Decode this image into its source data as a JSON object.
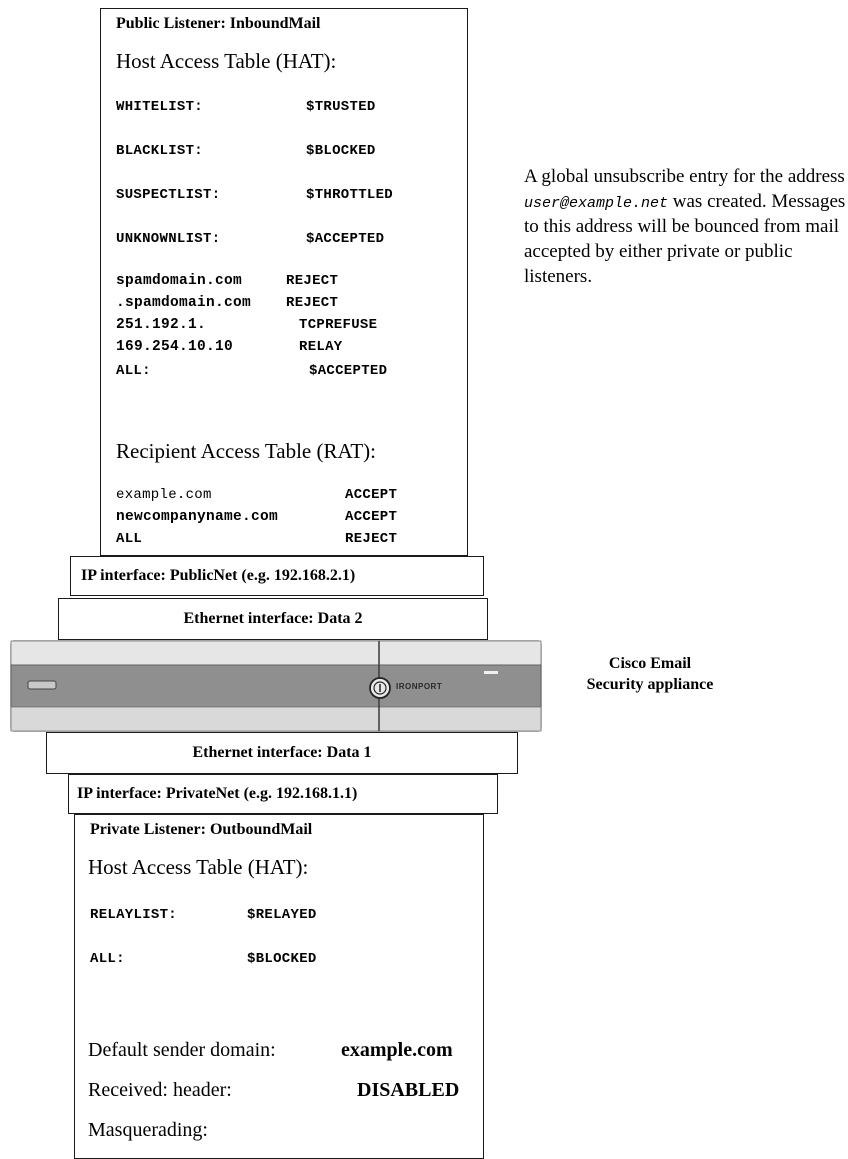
{
  "public_listener": {
    "title": "Public Listener: InboundMail",
    "hat_heading": "Host Access Table (HAT):",
    "hat_policies": [
      {
        "name": "WHITELIST:",
        "value": "$TRUSTED"
      },
      {
        "name": "BLACKLIST:",
        "value": "$BLOCKED"
      },
      {
        "name": "SUSPECTLIST:",
        "value": "$THROTTLED"
      },
      {
        "name": "UNKNOWNLIST:",
        "value": "$ACCEPTED"
      }
    ],
    "hat_entries": [
      {
        "host": "spamdomain.com",
        "action": "REJECT"
      },
      {
        "host": ".spamdomain.com",
        "action": "REJECT"
      },
      {
        "host": "251.192.1.",
        "action": "TCPREFUSE"
      },
      {
        "host": "169.254.10.10",
        "action": "RELAY"
      },
      {
        "host": "ALL:",
        "action": "$ACCEPTED"
      }
    ],
    "rat_heading": "Recipient Access Table (RAT):",
    "rat_entries": [
      {
        "domain": "example.com",
        "action": "ACCEPT"
      },
      {
        "domain": "newcompanyname.com",
        "action": "ACCEPT"
      },
      {
        "domain": "ALL",
        "action": "REJECT"
      }
    ]
  },
  "interfaces": {
    "ip_public": "IP interface: PublicNet (e.g. 192.168.2.1)",
    "eth_data2": "Ethernet interface: Data 2",
    "eth_data1": "Ethernet interface: Data 1",
    "ip_private": "IP interface: PrivateNet (e.g. 192.168.1.1)"
  },
  "appliance": {
    "brand": "IRONPORT",
    "label_line1": "Cisco Email",
    "label_line2": "Security appliance"
  },
  "note": {
    "text_before": "A global unsubscribe entry for the address ",
    "address": "user@example.net",
    "text_after": " was created. Messages to this address will be bounced from mail accepted by either private or public listeners."
  },
  "private_listener": {
    "title": "Private Listener: OutboundMail",
    "hat_heading": "Host Access Table (HAT):",
    "hat_policies": [
      {
        "name": "RELAYLIST:",
        "value": "$RELAYED"
      },
      {
        "name": "ALL:",
        "value": "$BLOCKED"
      }
    ],
    "default_sender_label": "Default sender domain:",
    "default_sender_value": "example.com",
    "received_label": "Received: header:",
    "received_value": "DISABLED",
    "masquerading_label": "Masquerading:"
  }
}
